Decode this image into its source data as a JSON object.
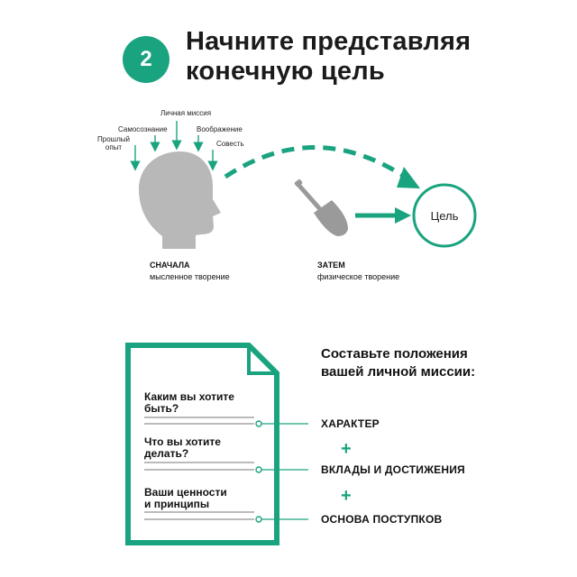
{
  "header": {
    "step_number": "2",
    "title_line1": "Начните представляя",
    "title_line2": "конечную цель"
  },
  "head_influences": {
    "personal_mission": "Личная миссия",
    "self_awareness": "Самосознание",
    "imagination": "Воображение",
    "past_experience_line1": "Прошлый",
    "past_experience_line2": "опыт",
    "conscience": "Совесть"
  },
  "goal": {
    "label": "Цель"
  },
  "stages": {
    "first_title": "СНАЧАЛА",
    "first_subtitle": "мысленное творение",
    "then_title": "ЗАТЕМ",
    "then_subtitle": "физическое творение"
  },
  "document": {
    "q1_line1": "Каким вы хотите",
    "q1_line2": "быть?",
    "q2_line1": "Что вы хотите",
    "q2_line2": "делать?",
    "q3_line1": "Ваши ценности",
    "q3_line2": "и принципы"
  },
  "mission": {
    "title_line1": "Составьте положения",
    "title_line2": "вашей личной миссии:",
    "item1": "ХАРАКТЕР",
    "item2": "ВКЛАДЫ И ДОСТИЖЕНИЯ",
    "item3": "ОСНОВА ПОСТУПКОВ",
    "plus_symbol": "+"
  },
  "colors": {
    "accent": "#1aa37f",
    "head_gray": "#b8b8b8",
    "shovel_gray": "#9a9a9a"
  },
  "icons": [
    "head-silhouette-icon",
    "shovel-icon",
    "document-icon",
    "arrow-icon"
  ]
}
